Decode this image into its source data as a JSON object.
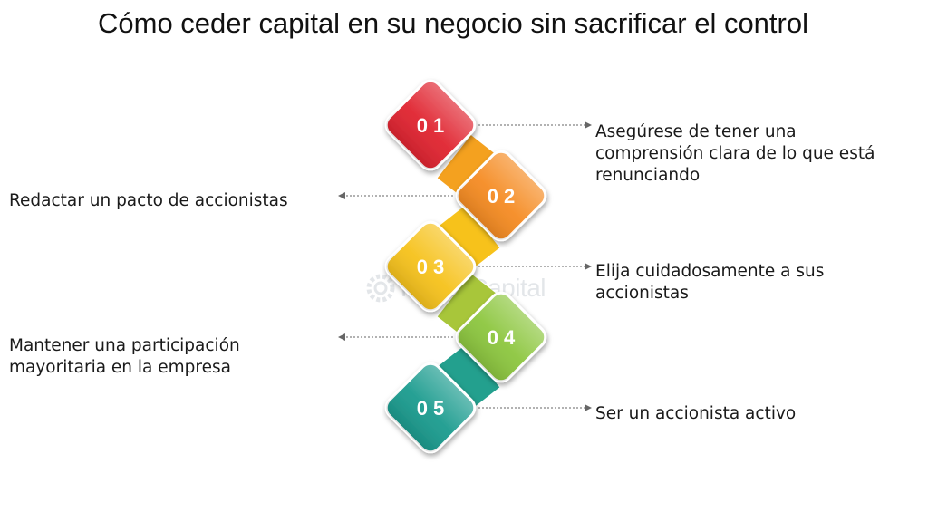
{
  "title": "Cómo ceder capital en su negocio sin sacrificar el control",
  "watermark_text": "FasterCapital",
  "steps": [
    {
      "number": "0 1",
      "color": "#e0232f",
      "label": "Asegúrese de tener una comprensión clara de lo que está renunciando"
    },
    {
      "number": "0 2",
      "color": "#f58b22",
      "label": "Redactar un pacto de accionistas"
    },
    {
      "number": "0 3",
      "color": "#f6c21c",
      "label": "Elija cuidadosamente a sus accionistas"
    },
    {
      "number": "0 4",
      "color": "#8cc63e",
      "label": "Mantener una participación mayoritaria en la empresa"
    },
    {
      "number": "0 5",
      "color": "#1a9b8e",
      "label": "Ser un accionista activo"
    }
  ],
  "connector_colors": [
    "#f4a11f",
    "#f7c21b",
    "#a8c63a",
    "#23a08e"
  ]
}
